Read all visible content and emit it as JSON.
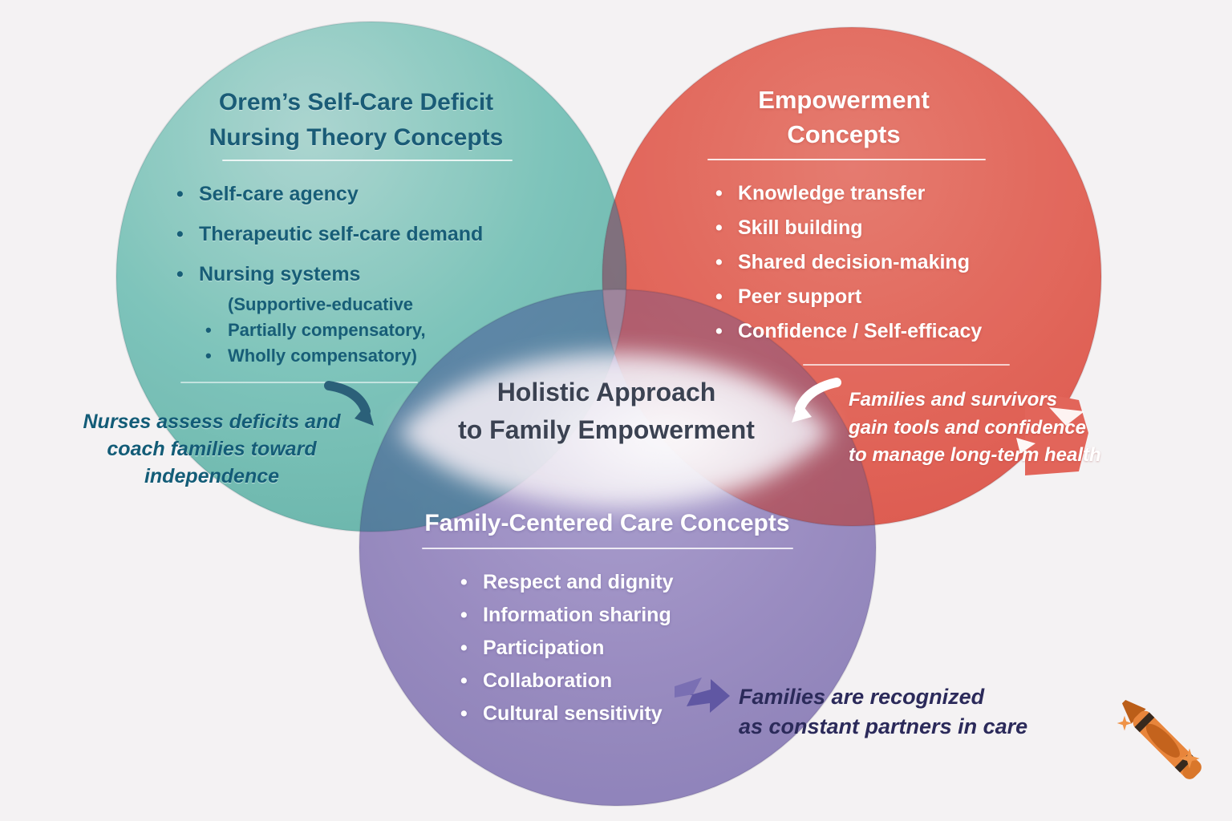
{
  "diagram": {
    "center": {
      "line1": "Holistic Approach",
      "line2": "to Family Empowerment"
    },
    "orem": {
      "title1": "Orem’s Self-Care Deficit",
      "title2": "Nursing Theory Concepts",
      "items": [
        "Self-care agency",
        "Therapeutic self-care demand",
        "Nursing systems"
      ],
      "subitems": [
        "(Supportive-educative",
        "Partially compensatory,",
        "Wholly compensatory)"
      ],
      "annotation1": "Nurses assess deficits and",
      "annotation2": "coach families toward independence"
    },
    "empowerment": {
      "title1": "Empowerment",
      "title2": "Concepts",
      "items": [
        "Knowledge transfer",
        "Skill building",
        "Shared decision-making",
        "Peer support",
        "Confidence / Self-efficacy"
      ],
      "annotation1": "Families and survivors",
      "annotation2": "gain tools and confidence",
      "annotation3": "to manage long-term health"
    },
    "family": {
      "title": "Family-Centered Care Concepts",
      "items": [
        "Respect and dignity",
        "Information sharing",
        "Participation",
        "Collaboration",
        "Cultural sensitivity"
      ],
      "annotation1": "Families are recognized",
      "annotation2": "as constant partners in care"
    },
    "colors": {
      "teal_circle": "#7ccabf",
      "red_circle": "#ec6a5d",
      "purple_circle": "#9d90c8",
      "teal_text": "#175d77",
      "center_text": "#3b4252",
      "navy_text": "#2b2a5a",
      "white_text": "#ffffff",
      "crayon_orange": "#e8853b"
    },
    "icons": {
      "left_arrow": "curved-arrow-down-right",
      "right_arrow": "curved-arrow-down-left",
      "bottom_arrow": "ribbon-arrow-right",
      "logo": "crayon-with-sparkles"
    }
  }
}
